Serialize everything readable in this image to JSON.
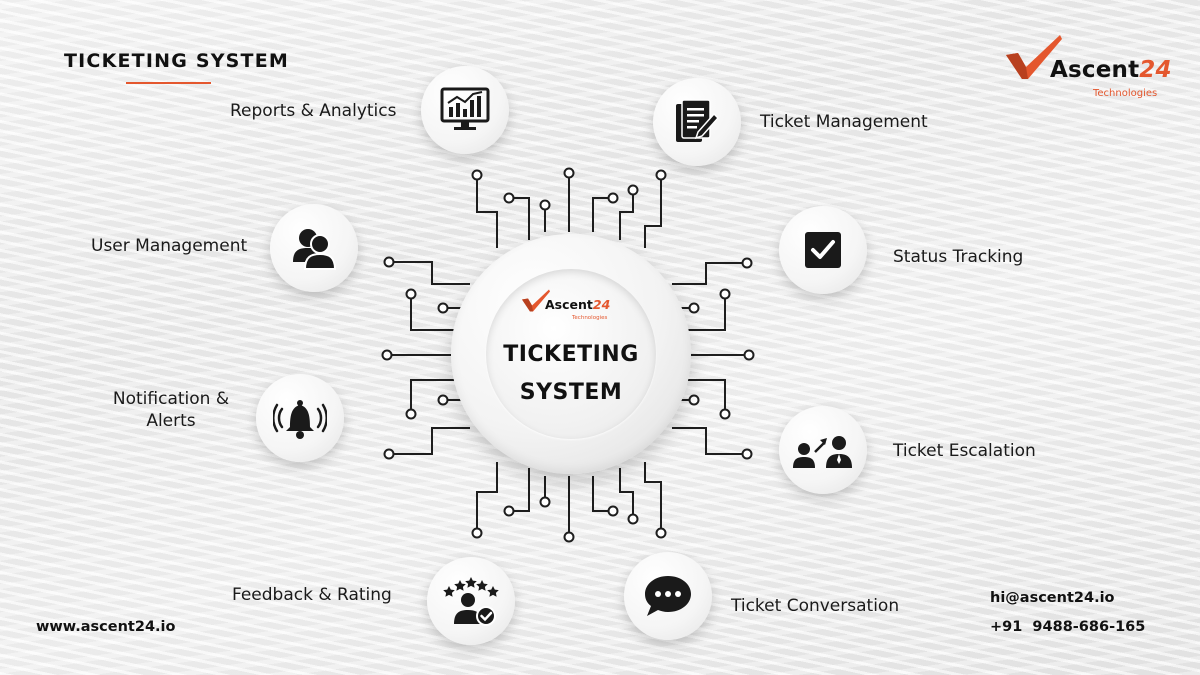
{
  "header": {
    "title": "TICKETING SYSTEM",
    "accent_color": "#e4572e"
  },
  "brand": {
    "name_text": "Ascent",
    "name_number": "24",
    "subtitle": "Technologies",
    "logo_icon": "orange-check-mark"
  },
  "hub": {
    "logo_name_text": "Ascent",
    "logo_name_number": "24",
    "logo_subtitle": "Technologies",
    "title_line1": "TICKETING",
    "title_line2": "SYSTEM"
  },
  "features": {
    "reports": {
      "label": "Reports & Analytics",
      "icon": "analytics-monitor-icon"
    },
    "ticket_management": {
      "label": "Ticket Management",
      "icon": "document-pen-icon"
    },
    "user_management": {
      "label": "User Management",
      "icon": "users-icon"
    },
    "status_tracking": {
      "label": "Status Tracking",
      "icon": "checkbox-icon"
    },
    "notifications": {
      "label_line1": "Notification &",
      "label_line2": "Alerts",
      "icon": "bell-icon"
    },
    "escalation": {
      "label": "Ticket Escalation",
      "icon": "escalation-icon"
    },
    "feedback": {
      "label": "Feedback & Rating",
      "icon": "rating-user-icon"
    },
    "conversation": {
      "label": "Ticket Conversation",
      "icon": "chat-bubble-icon"
    }
  },
  "footer": {
    "website": "www.ascent24.io",
    "email": "hi@ascent24.io",
    "phone": "+91  9488-686-165"
  }
}
